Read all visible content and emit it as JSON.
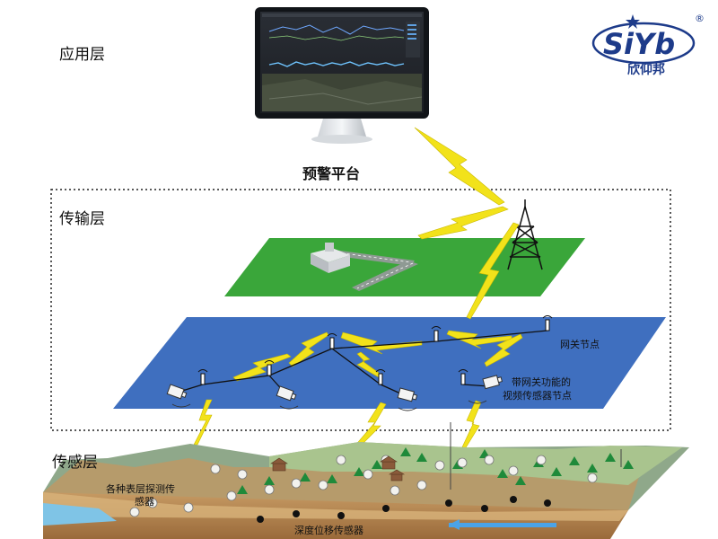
{
  "labels": {
    "application_layer": "应用层",
    "platform": "预警平台",
    "transport_layer": "传输层",
    "sensing_layer": "传感层",
    "gateway_node": "网关节点",
    "video_node_line1": "带网关功能的",
    "video_node_line2": "视频传感器节点",
    "surface_sensor_line1": "各种表层探测传",
    "surface_sensor_line2": "感器",
    "depth_sensor": "深度位移传感器"
  },
  "logo": {
    "brand": "SiYb",
    "name": "欣仰邦",
    "registered": "®"
  },
  "colors": {
    "green_plane": "#3aa63a",
    "blue_plane": "#3f6fbf",
    "lightning": "#f2e21a",
    "logo_blue": "#1d3b8a"
  }
}
